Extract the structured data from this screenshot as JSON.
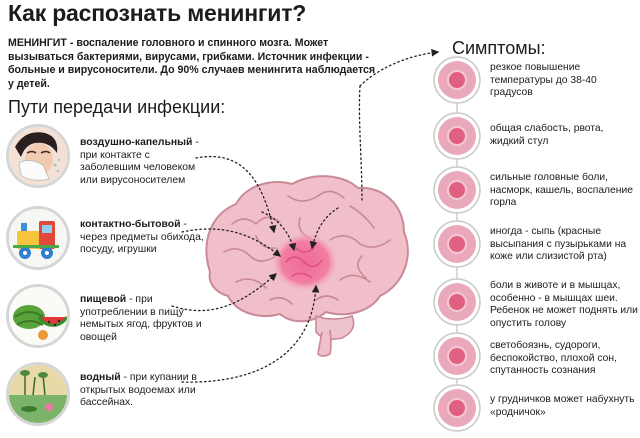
{
  "title": "Как распознать менингит?",
  "intro": {
    "term": "МЕНИНГИТ",
    "text": " - воспаление головного и спинного мозга. Может вызываться бактериями, вирусами, грибками. Источник инфекции - больные и вирусоносители. До 90% случаев менингита наблюдается у детей."
  },
  "routes_title": "Пути передачи инфекции:",
  "routes": [
    {
      "name": "воздушно-капельный",
      "desc": " - при контакте с заболевшим человеком или вирусоносителем",
      "icon": "sneezing-person-icon"
    },
    {
      "name": "контактно-бытовой",
      "desc": " - через предметы обихода, посуду, игрушки",
      "icon": "toy-train-icon"
    },
    {
      "name": "пищевой",
      "desc": " - при употреблении в пищу немытых ягод, фруктов и овощей",
      "icon": "fruit-icon"
    },
    {
      "name": "водный",
      "desc": " - при купании в открытых водоемах или бассейнах.",
      "icon": "pond-icon"
    }
  ],
  "symptoms_title": "Симптомы:",
  "symptoms": [
    "резкое повышение температуры до 38-40 градусов",
    "общая слабость, рвота, жидкий стул",
    "сильные головные боли, насморк, кашель, воспаление горла",
    "иногда - сыпь (красные высыпания с пузырьками на коже или слизистой рта)",
    "боли в животе и в мышцах, особенно - в мышцах шеи. Ребенок не может поднять или опустить голову",
    "светобоязнь, судороги, беспокойство, плохой сон, спутанность сознания",
    "у грудничков может набухнуть «родничок»"
  ],
  "colors": {
    "symptom_ring": "#e9a9ba",
    "symptom_core": "#e0607f",
    "brain": "#f1bfca",
    "brain_outline": "#c98a97",
    "icon_ring": "#d6d6d6"
  }
}
